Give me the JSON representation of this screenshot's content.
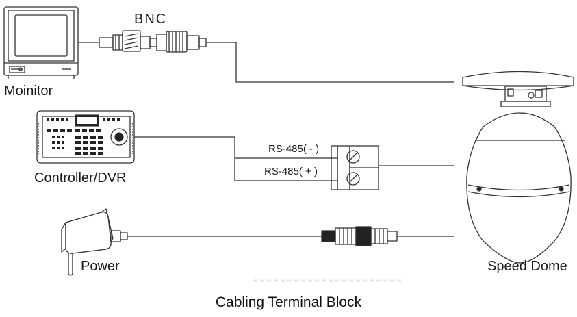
{
  "labels": {
    "bnc": "BNC",
    "monitor": "Moinitor",
    "controller": "Controller/DVR",
    "rs485_minus": "RS-485( - )",
    "rs485_plus": "RS-485( + )",
    "power": "Power",
    "speed_dome": "Speed Dome"
  },
  "caption": "Cabling Terminal Block",
  "colors": {
    "line": "#333333",
    "text": "#1a1a1a"
  }
}
